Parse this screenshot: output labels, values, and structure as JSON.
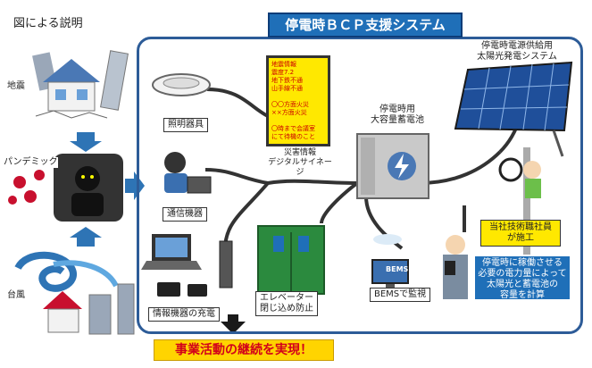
{
  "left": {
    "title": "図による説明",
    "earthquake": "地震",
    "pandemic": "パンデミック",
    "typhoon": "台風"
  },
  "system": {
    "title": "停電時ＢＣＰ支援システム"
  },
  "items": {
    "lighting": "照明器具",
    "comms": "通信機器",
    "charging": "情報機器の充電",
    "signage_caption_1": "災害情報",
    "signage_caption_2": "デジタルサイネージ",
    "battery_1": "停電時用",
    "battery_2": "大容量蓄電池",
    "solar_1": "停電時電源供給用",
    "solar_2": "太陽光発電システム",
    "elevator_1": "エレベーター",
    "elevator_2": "閉じ込め防止",
    "bems": "BEMSで監視",
    "bems_screen": "BEMS",
    "staff_1": "当社技術職社員",
    "staff_2": "が施工",
    "calc_1": "停電時に稼働させる",
    "calc_2": "必要の電力量によって",
    "calc_3": "太陽光と蓄電池の",
    "calc_4": "容量を計算"
  },
  "signage_text": [
    "地震情報",
    "震度7.2",
    "地下鉄不通",
    "山手線不通",
    "",
    "〇〇方面火災",
    "××方面火災",
    "",
    "〇時まで会議室",
    "にて待機のこと"
  ],
  "bottom": {
    "banner": "事業活動の継続を実現！"
  },
  "colors": {
    "frame_blue": "#2d5c98",
    "banner_blue": "#1f6fb8",
    "signage_yellow": "#ffe800",
    "bottom_yellow": "#ffd400",
    "bottom_red": "#d2001a"
  }
}
